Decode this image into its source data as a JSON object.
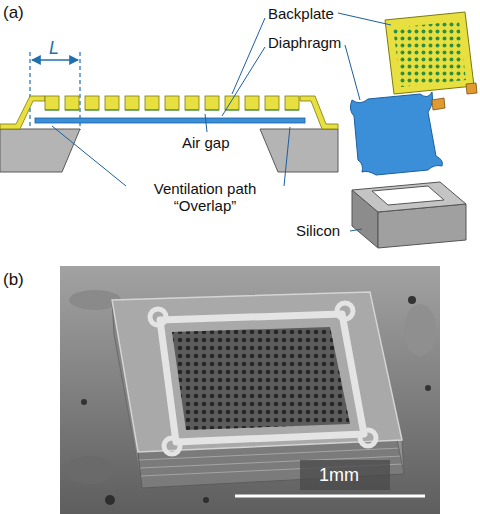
{
  "diagram": {
    "labels": [
      "(a)",
      "L",
      "Backplate",
      "Diaphragm",
      "Air gap",
      "Ventilation path “Overlap”",
      "Silicon",
      "(b)",
      "1mm"
    ]
  }
}
